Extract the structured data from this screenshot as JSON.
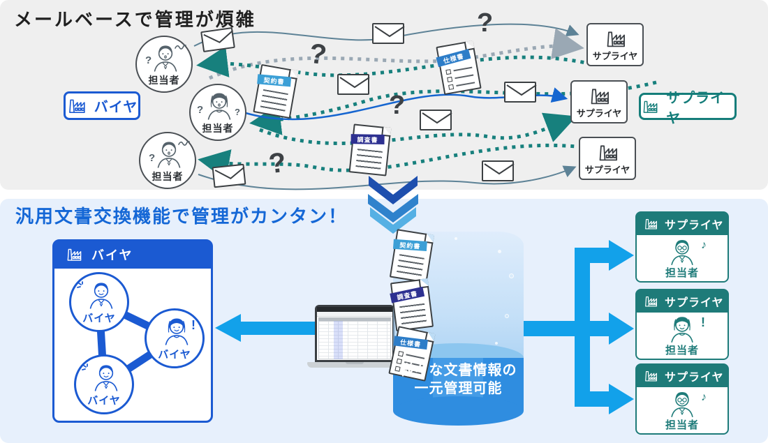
{
  "colors": {
    "top_bg": "#efefef",
    "bottom_bg": "#e7f0fc",
    "buyer_blue": "#1b5ad2",
    "supplier_teal": "#1e7b79",
    "arrow_cyan": "#12a1ea",
    "line_slate": "#5d8296",
    "line_gray": "#9aa8b4",
    "line_teal": "#17807d",
    "line_blue": "#1565d0",
    "doc_contract_label": "#3b9fd6",
    "doc_spec_label": "#2d7dc8",
    "doc_survey_label": "#2e3191",
    "chevron_dark": "#1e4fae",
    "chevron_mid": "#2f82cc",
    "chevron_light": "#55b0e4"
  },
  "marks": {
    "question": "?",
    "exclaim": "!",
    "note": "♪"
  },
  "top": {
    "title": "メールベースで管理が煩雑",
    "buyer_legend": {
      "label": "バイヤ"
    },
    "supplier_legend": {
      "label": "サプライヤ"
    },
    "persons": [
      {
        "label": "担当者"
      },
      {
        "label": "担当者"
      },
      {
        "label": "担当者"
      }
    ],
    "suppliers": [
      {
        "label": "サプライヤ"
      },
      {
        "label": "サプライヤ"
      },
      {
        "label": "サプライヤ"
      }
    ],
    "documents": [
      {
        "label": "契約書"
      },
      {
        "label": "仕様書"
      },
      {
        "label": "調査書"
      }
    ]
  },
  "bottom": {
    "title": "汎用文書交換機能で管理がカンタン！",
    "buyer_card": {
      "header": "バイヤ",
      "members": [
        {
          "label": "バイヤ"
        },
        {
          "label": "バイヤ"
        },
        {
          "label": "バイヤ"
        }
      ]
    },
    "cylinder": {
      "caption_line1": "様々な文書情報の",
      "caption_line2": "一元管理可能",
      "documents": [
        {
          "label": "契約書"
        },
        {
          "label": "調査書"
        },
        {
          "label": "仕様書"
        }
      ]
    },
    "suppliers": [
      {
        "header": "サプライヤ",
        "person_label": "担当者"
      },
      {
        "header": "サプライヤ",
        "person_label": "担当者"
      },
      {
        "header": "サプライヤ",
        "person_label": "担当者"
      }
    ]
  }
}
